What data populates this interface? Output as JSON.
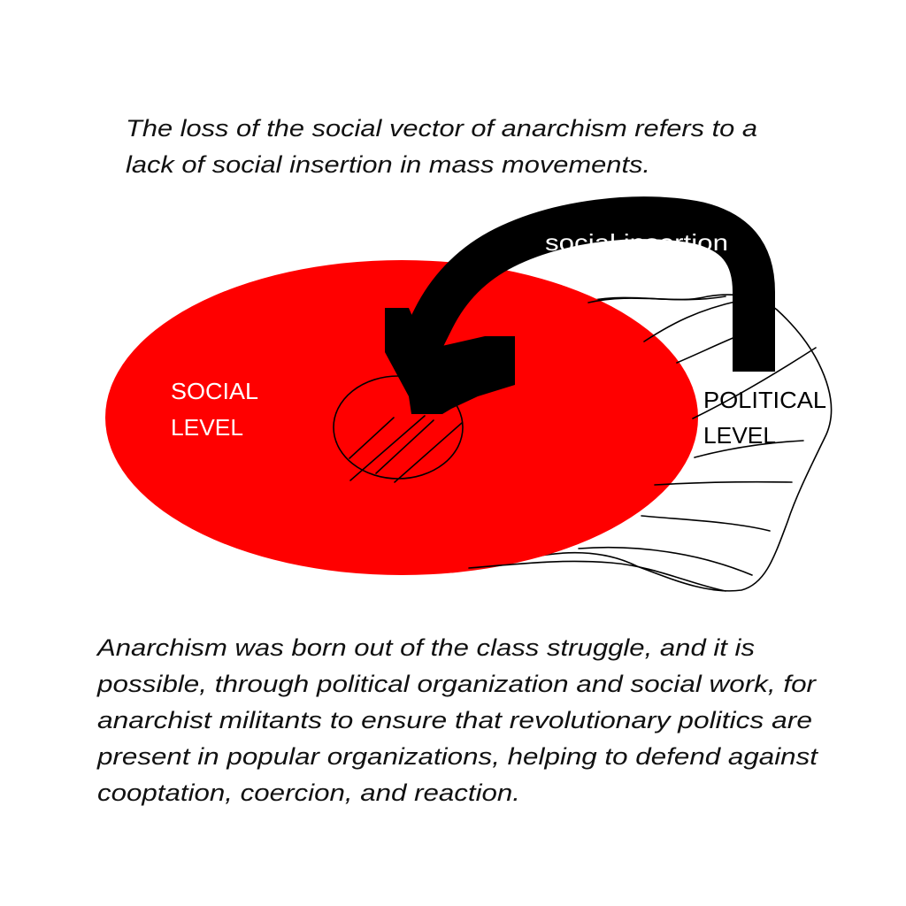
{
  "caption_top": {
    "lines": [
      "The loss of the social vector of anarchism refers to a",
      "lack of social insertion in mass movements."
    ]
  },
  "diagram": {
    "social_level": [
      "SOCIAL",
      "LEVEL"
    ],
    "political_level": [
      "POLITICAL",
      "LEVEL"
    ],
    "arrow_label": "social insertion",
    "colors": {
      "social": "#ff0000",
      "arrow": "#000000",
      "political": "#ffffff"
    }
  },
  "caption_bottom": {
    "lines": [
      "Anarchism was born out of the class struggle, and it is",
      "possible, through political organization and social work, for",
      "anarchist militants to ensure that revolutionary politics are",
      "present in popular organizations, helping to defend against",
      "cooptation, coercion, and reaction."
    ]
  }
}
